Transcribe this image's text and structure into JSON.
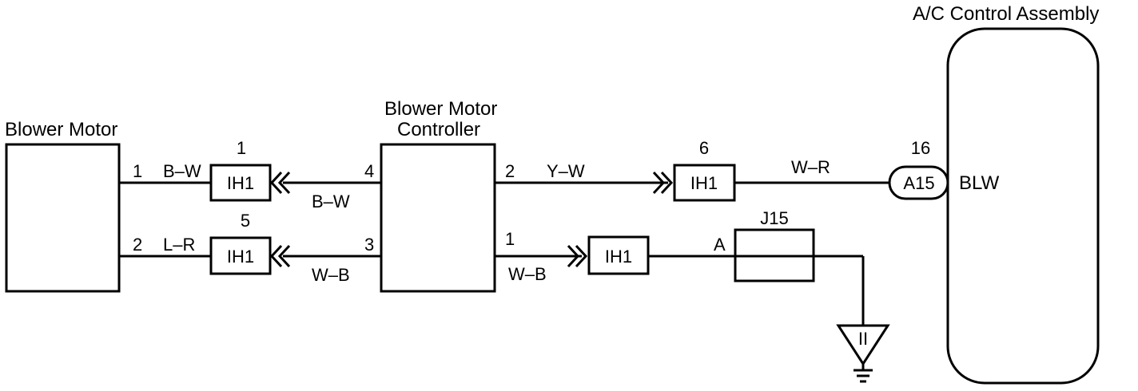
{
  "blower_motor": {
    "title": "Blower Motor",
    "pin1": "1",
    "pin2": "2"
  },
  "controller": {
    "title_line1": "Blower Motor",
    "title_line2": "Controller",
    "pin4": "4",
    "pin3": "3",
    "pin2": "2",
    "pin1": "1"
  },
  "ac_assembly": {
    "title": "A/C Control Assembly",
    "terminal": "BLW"
  },
  "connectors": {
    "ih1_top_pin": "1",
    "ih1_top_name": "IH1",
    "ih1_bottom_pin": "5",
    "ih1_bottom_name": "IH1",
    "ih1_yw_pin": "6",
    "ih1_yw_name": "IH1",
    "ih1_wb_name": "IH1",
    "a15_pin": "16",
    "a15_name": "A15"
  },
  "junction": {
    "name": "J15",
    "pin": "A"
  },
  "ground": {
    "label": "II"
  },
  "wires": {
    "bm1_color": "B–W",
    "bm2_color": "L–R",
    "ctrl4_color": "B–W",
    "ctrl3_color": "W–B",
    "ctrl2_color": "Y–W",
    "ctrl1_color": "W–B",
    "ac_color": "W–R"
  }
}
